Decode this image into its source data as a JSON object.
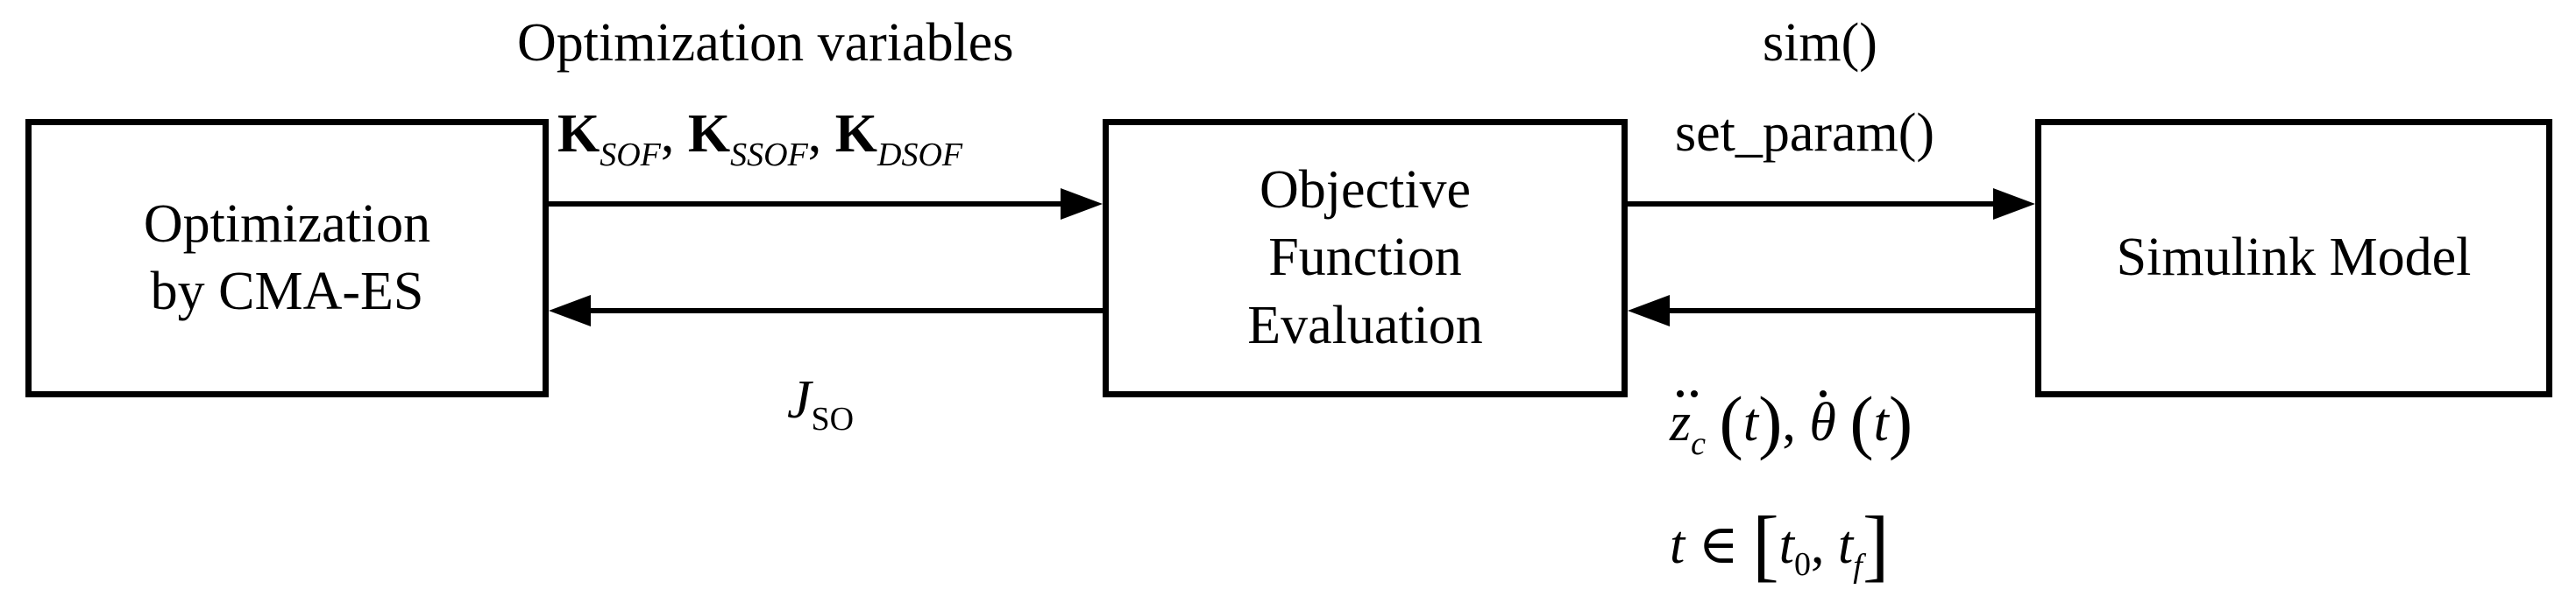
{
  "blocks": {
    "optimizer": "Optimization\nby CMA-ES",
    "objective": "Objective\nFunction\nEvaluation",
    "simulink": "Simulink Model"
  },
  "labels": {
    "optimization_variables": "Optimization variables",
    "k_symbol": "K",
    "sub_sof": "SOF",
    "sub_ssof": "SSOF",
    "sub_dsof": "DSOF",
    "comma": ",",
    "j_symbol": "J",
    "j_sub": "SO",
    "sim_call": "sim()",
    "set_param_call": "set_param()",
    "z_symbol": "z",
    "z_sub": "c",
    "theta_symbol": "θ",
    "t_symbol": "t",
    "element_of": "∈",
    "t0_sub": "0",
    "tf_sub": "f",
    "paren_open": "(",
    "paren_close": ")",
    "bracket_open": "[",
    "bracket_close": "]"
  }
}
